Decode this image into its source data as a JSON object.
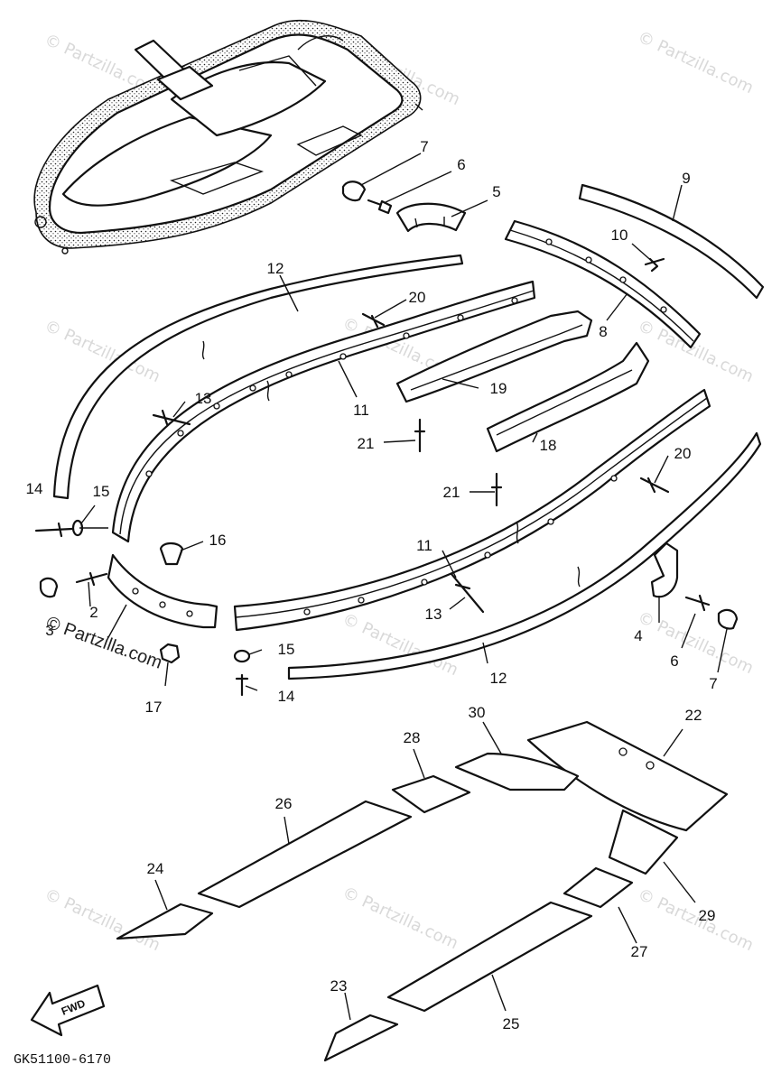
{
  "watermark": "© Partzilla.com",
  "brand_overlay": "© Partzilla.com",
  "diagram_code": "GK51100-6170",
  "fwd_label": "FWD",
  "callouts": {
    "c2": "2",
    "c3": "3",
    "c4": "4",
    "c5": "5",
    "c6a": "6",
    "c6b": "6",
    "c7a": "7",
    "c7b": "7",
    "c8": "8",
    "c9": "9",
    "c10": "10",
    "c11a": "11",
    "c11b": "11",
    "c12a": "12",
    "c12b": "12",
    "c13a": "13",
    "c13b": "13",
    "c14a": "14",
    "c14b": "14",
    "c15a": "15",
    "c15b": "15",
    "c16": "16",
    "c17": "17",
    "c18": "18",
    "c19": "19",
    "c20a": "20",
    "c20b": "20",
    "c21a": "21",
    "c21b": "21",
    "c22": "22",
    "c23": "23",
    "c24": "24",
    "c25": "25",
    "c26": "26",
    "c27": "27",
    "c28": "28",
    "c29": "29",
    "c30": "30"
  }
}
